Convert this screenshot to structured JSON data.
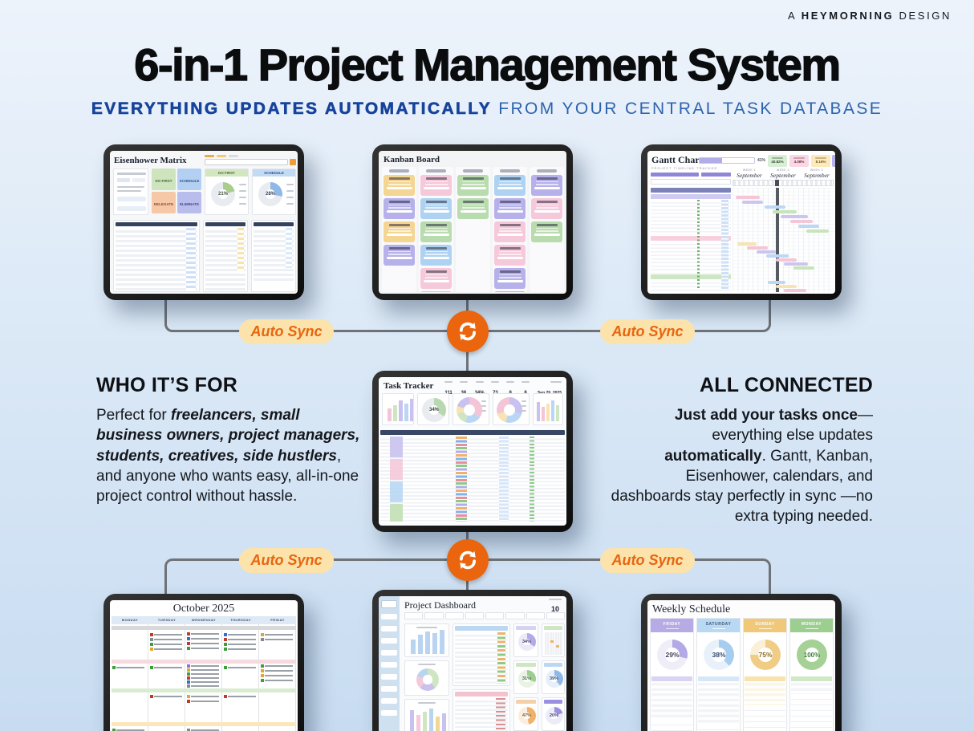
{
  "palette": {
    "accent_orange": "#e8650e",
    "badge_bg": "#fbe3ab",
    "headline_blue": "#16439b",
    "connector_gray": "#6f7378"
  },
  "branding": {
    "prefix": "A",
    "name": "HEYMORNING",
    "suffix": "DESIGN"
  },
  "header": {
    "title": "6-in-1 Project Management System",
    "subtitle_strong": "EVERYTHING UPDATES AUTOMATICALLY",
    "subtitle_rest": " FROM YOUR CENTRAL TASK DATABASE"
  },
  "sync": {
    "badge": "Auto Sync"
  },
  "who": {
    "heading": "WHO IT’S FOR",
    "lead": "Perfect for ",
    "emphasis": "freelancers, small business owners, project managers, students, creatives, side hustlers",
    "rest": ", and anyone who wants easy, all-in-one project control without hassle."
  },
  "connected": {
    "heading": "ALL CONNECTED",
    "bold1": "Just add your tasks once",
    "mid": "—everything else updates ",
    "bold2": "automatically",
    "rest": ". Gantt, Kanban, Eisenhower, calendars, and dashboards stay perfectly in sync —no extra typing needed."
  },
  "eisenhower": {
    "title": "Eisenhower Matrix",
    "quadrants": [
      {
        "label": "DO FIRST",
        "color": "#cde4bc"
      },
      {
        "label": "SCHEDULE",
        "color": "#b3d0f2"
      },
      {
        "label": "DELEGATE",
        "color": "#f6c8a8"
      },
      {
        "label": "ELIMINATE",
        "color": "#b9bdec"
      }
    ],
    "stats": [
      {
        "label": "DO FIRST",
        "value": "21%",
        "color": "#a9cd8d"
      },
      {
        "label": "SCHEDULE",
        "value": "28%",
        "color": "#8fb8e8"
      }
    ]
  },
  "kanban": {
    "title": "Kanban Board"
  },
  "gantt": {
    "title": "Gantt Chart",
    "subtitle": "PROJECT  TIMELINE  TRACKER",
    "progress": "41%",
    "stats": [
      {
        "value": "40.82%"
      },
      {
        "value": "4.08%"
      },
      {
        "value": "8.16%"
      }
    ],
    "weeks": [
      {
        "week": "WEEK 1",
        "month": "September"
      },
      {
        "week": "WEEK 2",
        "month": "September"
      },
      {
        "week": "WEEK 3",
        "month": "September"
      }
    ],
    "phases": [
      "PHASE 1",
      "PHASE 2",
      "PHASE 3"
    ]
  },
  "tracker": {
    "title": "Task Tracker",
    "stats": [
      "111",
      "38",
      "34%",
      "73",
      "8",
      "8"
    ],
    "date": "Sep 29, 2025",
    "donut": "34%"
  },
  "calendar": {
    "title": "October 2025",
    "days": [
      "MONDAY",
      "TUESDAY",
      "WEDNESDAY",
      "THURSDAY",
      "FRIDAY"
    ]
  },
  "dashboard": {
    "title": "Project Dashboard",
    "projects": "10",
    "donuts": [
      "34%",
      "31%",
      "39%",
      "47%",
      "20%"
    ]
  },
  "weekly": {
    "title": "Weekly Schedule",
    "tasks_label": "Tasks",
    "days": [
      {
        "label": "FRIDAY",
        "value": "29%"
      },
      {
        "label": "SATURDAY",
        "value": "38%"
      },
      {
        "label": "SUNDAY",
        "value": "75%"
      },
      {
        "label": "MONDAY",
        "value": "100%"
      }
    ]
  }
}
